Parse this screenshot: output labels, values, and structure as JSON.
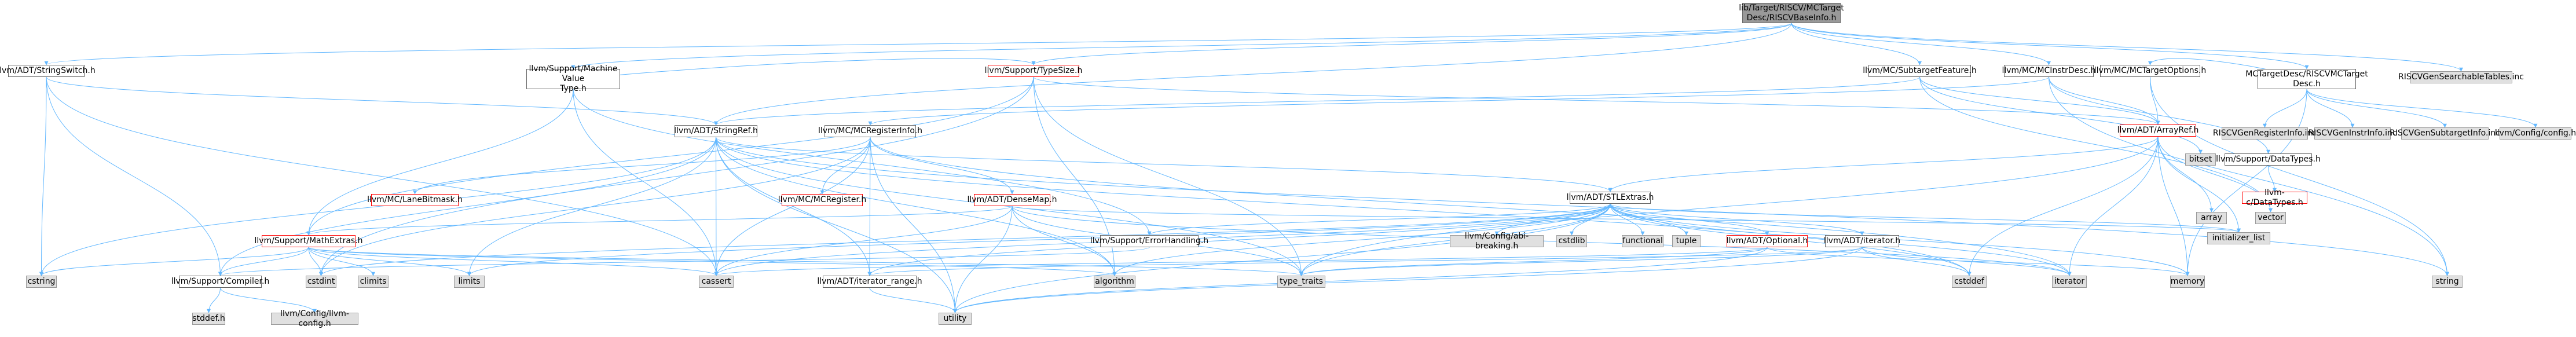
{
  "diagram_title": "",
  "nodes": {
    "root": "lib/Target/RISCV/MCTarget\nDesc/RISCVBaseInfo.h",
    "string_switch": "llvm/ADT/StringSwitch.h",
    "machine_value_type": "llvm/Support/Machine Value\nType.h",
    "type_size": "llvm/Support/TypeSize.h",
    "mc_subtarget_feature": "llvm/MC/SubtargetFeature.h",
    "mc_instr_desc": "llvm/MC/MCInstrDesc.h",
    "mctargetdesc_riscv": "MCTargetDesc/RISCVMCTarget\nDesc.h",
    "riscv_gen_searchable": "RISCVGenSearchableTables.inc",
    "mc_target_options": "llvm/MC/MCTargetOptions.h",
    "riscv_gen_register": "RISCVGenRegisterInfo.inc",
    "riscv_gen_instr": "RISCVGenInstrInfo.inc",
    "riscv_gen_subtarget": "RISCVGenSubtargetInfo.inc",
    "llvm_config": "llvm/Config/config.h",
    "string_ref": "llvm/ADT/StringRef.h",
    "mc_register_info": "llvm/MC/MCRegisterInfo.h",
    "array_ref": "llvm/ADT/ArrayRef.h",
    "bitset": "bitset",
    "data_types": "llvm/Support/DataTypes.h",
    "llvm_c_data_types": "llvm-c/DataTypes.h",
    "lane_bitmask": "llvm/MC/LaneBitmask.h",
    "mc_register": "llvm/MC/MCRegister.h",
    "dense_map": "llvm/ADT/DenseMap.h",
    "stl_extras": "llvm/ADT/STLExtras.h",
    "array": "array",
    "vector": "vector",
    "math_extras": "llvm/Support/MathExtras.h",
    "error_handling": "llvm/Support/ErrorHandling.h",
    "config_abi_breaking": "llvm/Config/abi-breaking.h",
    "cstdlib": "cstdlib",
    "functional": "functional",
    "tuple": "tuple",
    "optional": "llvm/ADT/Optional.h",
    "adt_iterator": "llvm/ADT/iterator.h",
    "initializer_list": "initializer_list",
    "cstring": "cstring",
    "compiler": "llvm/Support/Compiler.h",
    "cstdint": "cstdint",
    "climits": "climits",
    "limits": "limits",
    "cassert": "cassert",
    "iterator_range": "llvm/ADT/iterator_range.h",
    "algorithm": "algorithm",
    "type_traits": "type_traits",
    "cstddef": "cstddef",
    "iterator": "iterator",
    "memory": "memory",
    "string": "string",
    "stddef_h": "stddef.h",
    "llvm_config_header": "llvm/Config/llvm-config.h",
    "utility": "utility"
  },
  "colors": {
    "root_fill": "#999999",
    "system_fill": "#e0e0e0",
    "edge": "#63b8ff",
    "truncated_border": "#ff0000"
  }
}
